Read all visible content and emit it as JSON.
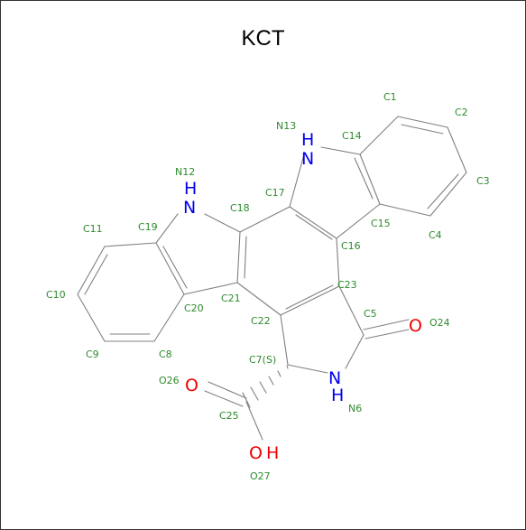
{
  "title": "KCT",
  "colors": {
    "bond": "#808080",
    "label": "#2e8b2e",
    "nitrogen": "#0000ee",
    "oxygen": "#ee0000"
  },
  "heteroatoms": {
    "n13": "N",
    "h13": "H",
    "n12": "N",
    "h12": "H",
    "n6": "N",
    "h6": "H",
    "o24": "O",
    "o26": "O",
    "o27": "O",
    "h27": "H"
  },
  "atom_labels": {
    "C1": "C1",
    "C2": "C2",
    "C3": "C3",
    "C4": "C4",
    "C5": "C5",
    "N6": "N6",
    "C7": "C7(S)",
    "C8": "C8",
    "C9": "C9",
    "C10": "C10",
    "C11": "C11",
    "N12": "N12",
    "N13": "N13",
    "C14": "C14",
    "C15": "C15",
    "C16": "C16",
    "C17": "C17",
    "C18": "C18",
    "C19": "C19",
    "C20": "C20",
    "C21": "C21",
    "C22": "C22",
    "C23": "C23",
    "O24": "O24",
    "C25": "C25",
    "O26": "O26",
    "O27": "O27"
  }
}
